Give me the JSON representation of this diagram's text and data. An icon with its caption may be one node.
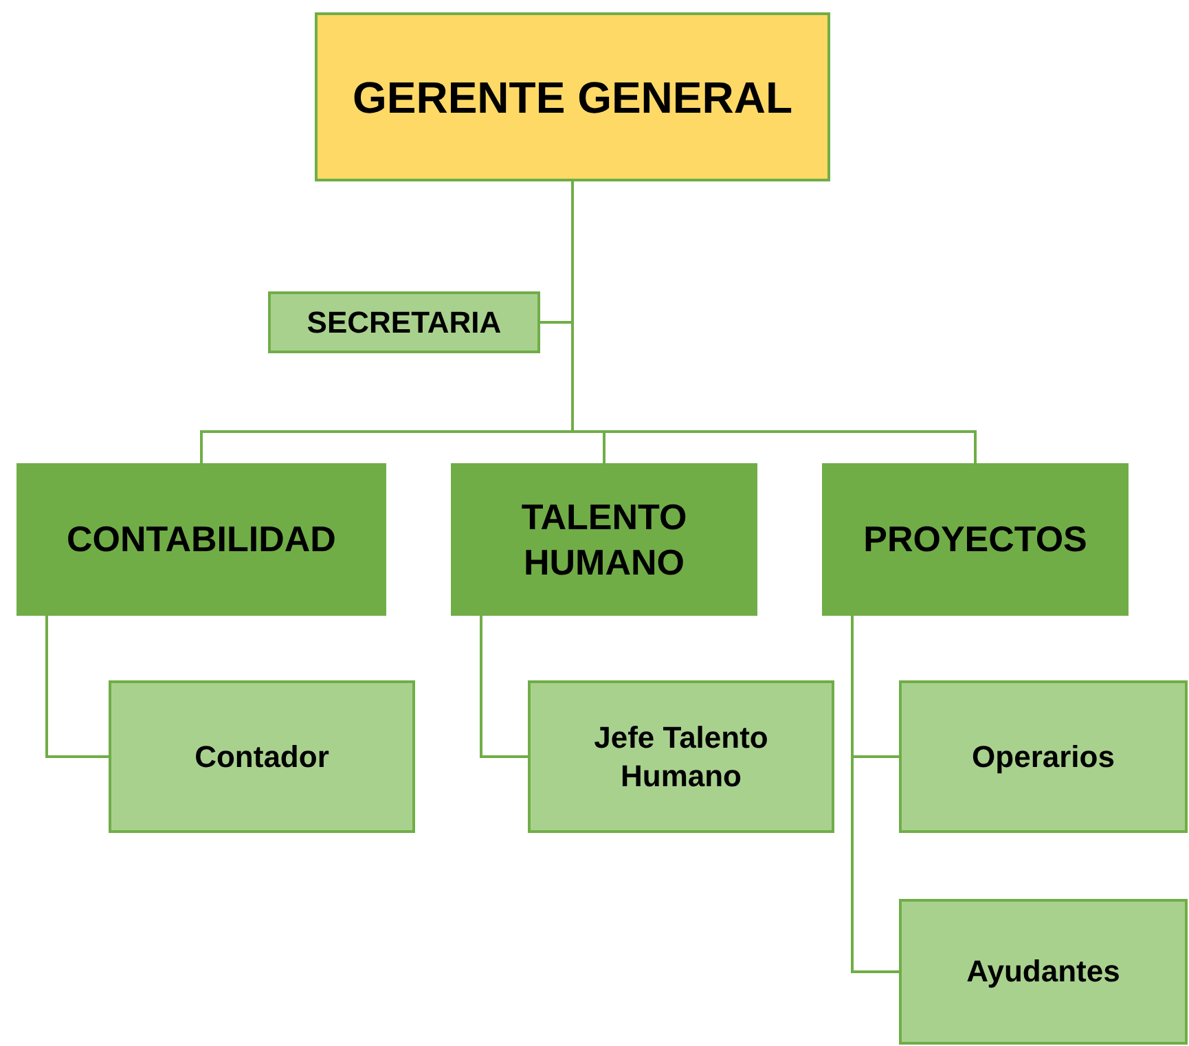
{
  "diagram": {
    "nodes": [
      {
        "text": [
          "GERENTE GENERAL"
        ]
      },
      {
        "text": [
          "SECRETARIA"
        ]
      },
      {
        "text": [
          "CONTABILIDAD"
        ]
      },
      {
        "text": [
          "TALENTO HUMANO"
        ]
      },
      {
        "text": [
          "PROYECTOS"
        ]
      },
      {
        "text": [
          "Contador"
        ]
      },
      {
        "text": [
          "Jefe Talento Humano"
        ]
      },
      {
        "text": [
          "Operarios"
        ]
      },
      {
        "text": [
          "Ayudantes"
        ]
      }
    ],
    "edges": [
      {
        "from": 0,
        "to": 1,
        "arrow": "none"
      },
      {
        "from": 0,
        "to": 2,
        "arrow": "none"
      },
      {
        "from": 0,
        "to": 3,
        "arrow": "none"
      },
      {
        "from": 0,
        "to": 4,
        "arrow": "none"
      },
      {
        "from": 2,
        "to": 5,
        "arrow": "none"
      },
      {
        "from": 3,
        "to": 6,
        "arrow": "none"
      },
      {
        "from": 4,
        "to": 7,
        "arrow": "none"
      },
      {
        "from": 4,
        "to": 8,
        "arrow": "none"
      }
    ]
  }
}
